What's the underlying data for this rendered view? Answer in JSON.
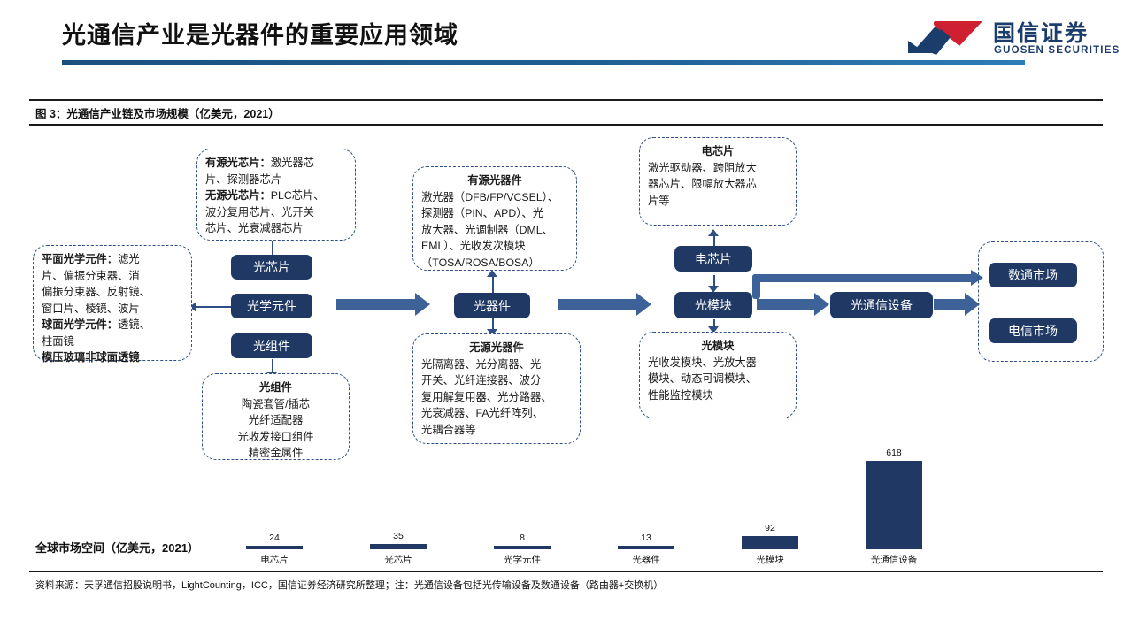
{
  "header": {
    "title": "光通信产业是光器件的重要应用领域",
    "logo_cn": "国信证券",
    "logo_en": "GUOSEN SECURITIES",
    "accent_color": "#1b4f80",
    "logo_blue": "#1b3d6b",
    "logo_red": "#cf2032"
  },
  "figure": {
    "caption": "图 3：光通信产业链及市场规模（亿美元，2021）",
    "source": "资料来源：天孚通信招股说明书，LightCounting，ICC，国信证券经济研究所整理；注：光通信设备包括光传输设备及数通设备（路由器+交换机）"
  },
  "diagram": {
    "box_color": "#1f3864",
    "arrow_color": "#3c6298",
    "dash_color": "#2e4f86",
    "dashed_boxes": {
      "optical_elements": {
        "name": "平面/球面光学元件",
        "lines": [
          {
            "bold": "平面光学元件：",
            "text": "滤光"
          },
          {
            "bold": "",
            "text": "片、偏振分束器、消"
          },
          {
            "bold": "",
            "text": "偏振分束器、反射镜、"
          },
          {
            "bold": "",
            "text": "窗口片、棱镜、波片"
          },
          {
            "bold": "球面光学元件：",
            "text": "透镜、"
          },
          {
            "bold": "",
            "text": "柱面镜"
          },
          {
            "bold": "模压玻璃非球面透镜",
            "text": ""
          }
        ]
      },
      "optical_chips": {
        "lines": [
          {
            "bold": "有源光芯片：",
            "text": "激光器芯"
          },
          {
            "bold": "",
            "text": "片、探测器芯片"
          },
          {
            "bold": "无源光芯片：",
            "text": "PLC芯片、"
          },
          {
            "bold": "",
            "text": "波分复用芯片、光开关"
          },
          {
            "bold": "",
            "text": "芯片、光衰减器芯片"
          }
        ]
      },
      "optical_assemblies": {
        "title": "光组件",
        "lines": [
          "陶瓷套管/插芯",
          "光纤适配器",
          "光收发接口组件",
          "精密金属件"
        ]
      },
      "active_devices": {
        "title": "有源光器件",
        "lines": [
          "激光器（DFB/FP/VCSEL）、",
          "探测器（PIN、APD）、光",
          "放大器、光调制器（DML、",
          "EML）、光收发次模块",
          "（TOSA/ROSA/BOSA）"
        ]
      },
      "passive_devices": {
        "title": "无源光器件",
        "lines": [
          "光隔离器、光分离器、光",
          "开关、光纤连接器、波分",
          "复用解复用器、光分路器、",
          "光衰减器、FA光纤阵列、",
          "光耦合器等"
        ]
      },
      "electrical_chips": {
        "title": "电芯片",
        "lines": [
          "激光驱动器、跨阻放大",
          "器芯片、限幅放大器芯",
          "片等"
        ]
      },
      "optical_modules": {
        "title": "光模块",
        "lines": [
          "光收发模块、光放大器",
          "模块、动态可调模块、",
          "性能监控模块"
        ]
      }
    },
    "nodes": {
      "optical_chip": "光芯片",
      "optical_element": "光学元件",
      "optical_assembly": "光组件",
      "optical_device": "光器件",
      "electrical_chip": "电芯片",
      "optical_module": "光模块",
      "comm_equipment": "光通信设备",
      "datacom_market": "数通市场",
      "telecom_market": "电信市场"
    }
  },
  "chart_data": {
    "type": "bar",
    "title": "全球市场空间（亿美元，2021）",
    "categories": [
      "电芯片",
      "光芯片",
      "光学元件",
      "光器件",
      "光模块",
      "光通信设备"
    ],
    "values": [
      24,
      35,
      8,
      13,
      92,
      618
    ],
    "series": [
      {
        "name": "全球市场空间",
        "values": [
          24,
          35,
          8,
          13,
          92,
          618
        ]
      }
    ],
    "unit": "亿美元",
    "year": "2021",
    "xlabel": "",
    "ylabel": "",
    "ylim": [
      0,
      618
    ],
    "grid": false,
    "legend": "none",
    "bar_color": "#1f3864"
  }
}
